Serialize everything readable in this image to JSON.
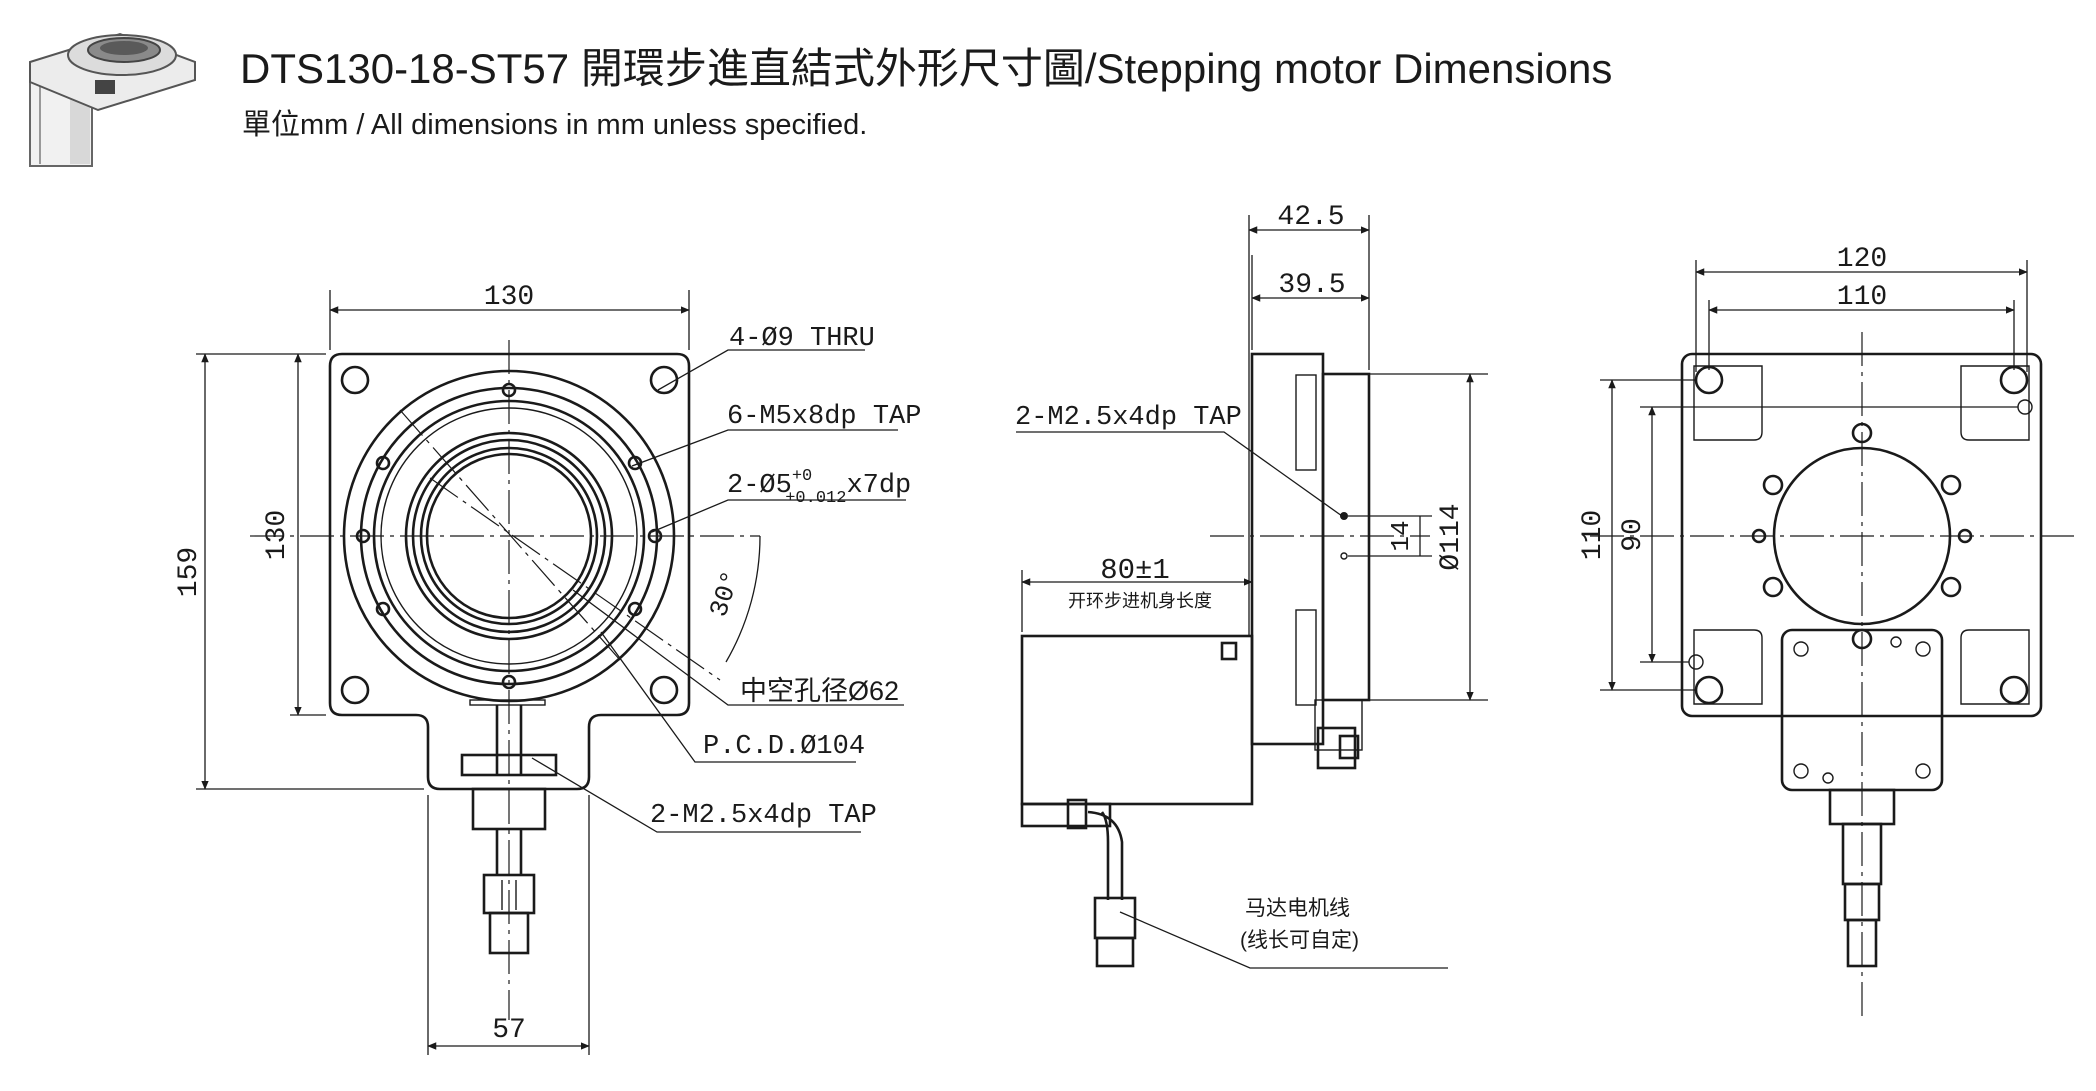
{
  "header": {
    "title": "DTS130-18-ST57 開環步進直結式外形尺寸圖/Stepping motor Dimensions",
    "subtitle": "單位mm / All dimensions in mm unless specified."
  },
  "front_view": {
    "width": "130",
    "height": "130",
    "overall_height": "159",
    "bottom_width": "57",
    "angle": "30°",
    "callouts": {
      "thru_holes": "4-Ø9 THRU",
      "tap_holes": "6-M5x8dp TAP",
      "pin_holes": "2-Ø5",
      "pin_tol_upper": "+0",
      "pin_tol_lower": "+0.012",
      "pin_depth": "x7dp",
      "hollow_bore": "中空孔径Ø62",
      "pcd": "P.C.D.Ø104",
      "bottom_tap": "2-M2.5x4dp TAP"
    }
  },
  "side_view": {
    "top_dim": "42.5",
    "second_dim": "39.5",
    "body_length": "80±1",
    "body_length_note": "开环步进机身长度",
    "tap": "2-M2.5x4dp TAP",
    "small_dim": "14",
    "diameter": "Ø114",
    "cable_note_1": "马达电机线",
    "cable_note_2": "(线长可自定)"
  },
  "back_view": {
    "outer_width": "120",
    "inner_width": "110",
    "outer_height": "110",
    "inner_height": "90"
  }
}
